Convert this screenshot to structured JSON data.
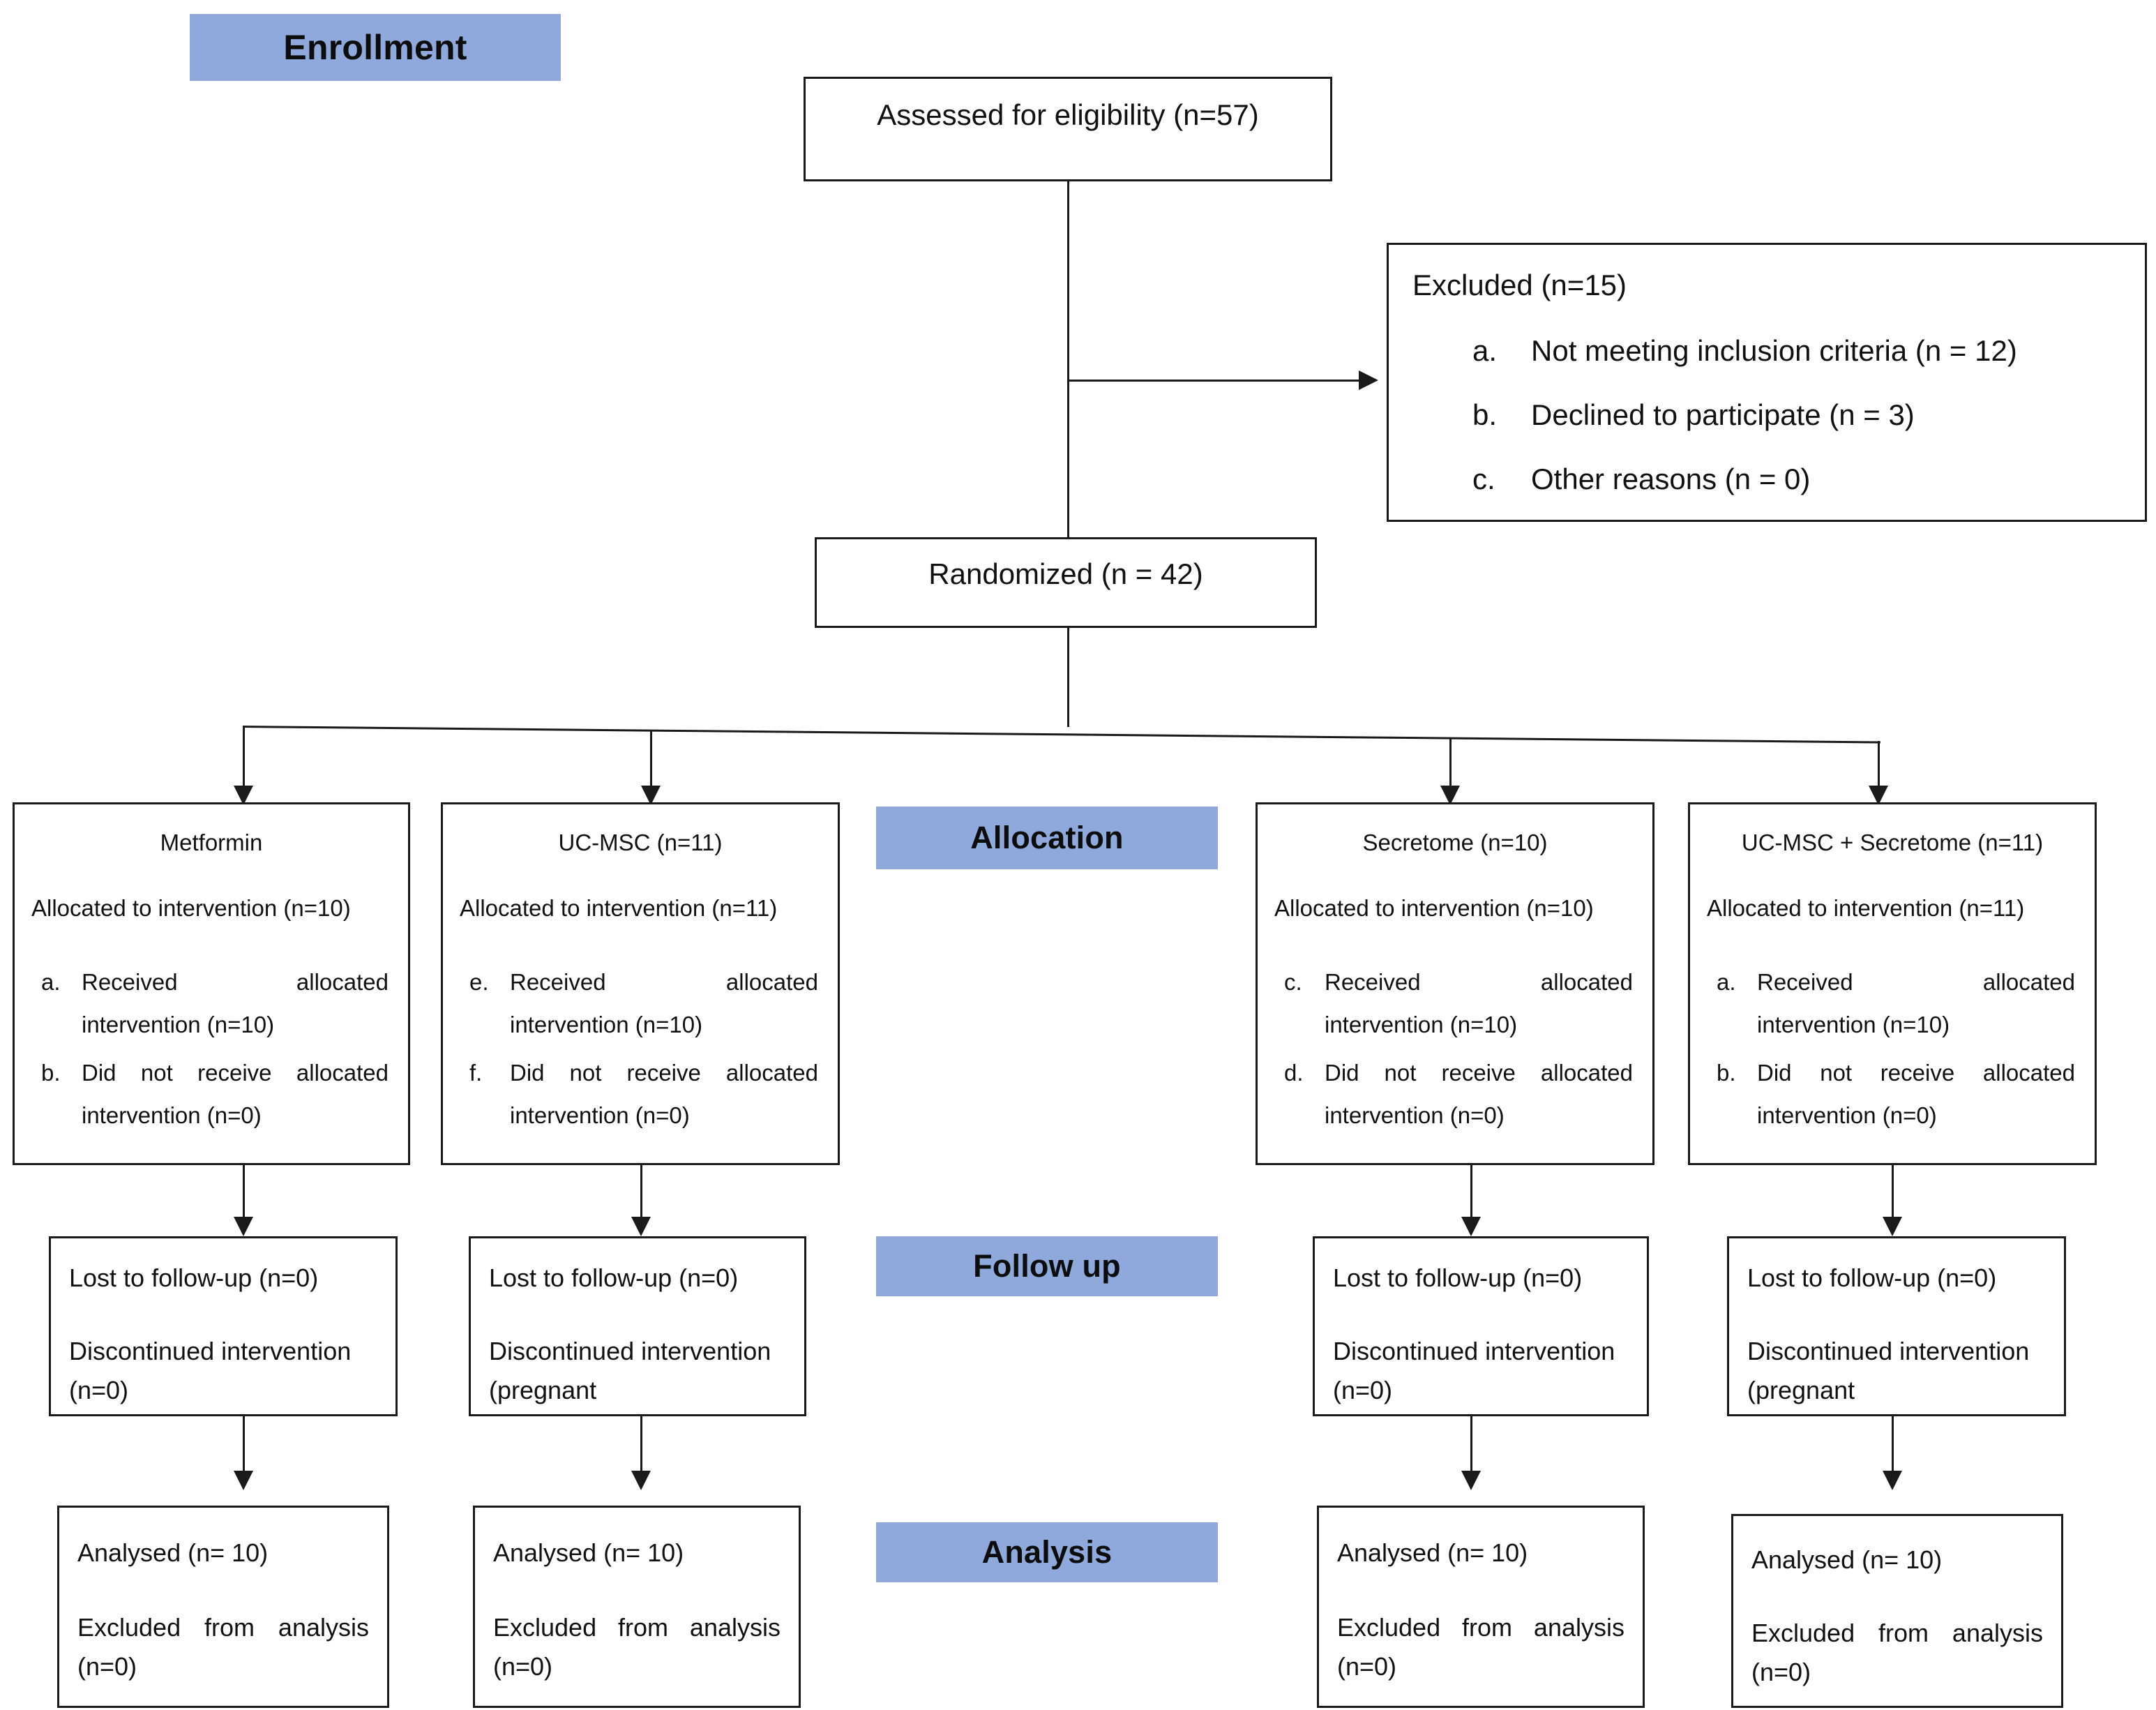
{
  "diagram": {
    "title": "CONSORT participant flow diagram",
    "accent_color": "#8FA9DC",
    "line_color": "#1a1a1a"
  },
  "stage_labels": {
    "enrollment": "Enrollment",
    "allocation": "Allocation",
    "followup": "Follow up",
    "analysis": "Analysis"
  },
  "enrollment": {
    "assessed": "Assessed for eligibility (n=57)",
    "randomized": "Randomized (n = 42)",
    "excluded": {
      "heading": "Excluded (n=15)",
      "reasons": [
        {
          "marker": "a.",
          "text": "Not meeting inclusion criteria (n = 12)"
        },
        {
          "marker": "b.",
          "text": "Declined to participate (n = 3)"
        },
        {
          "marker": "c.",
          "text": "Other reasons (n = 0)"
        }
      ]
    }
  },
  "arms": [
    {
      "title": "Metformin",
      "allocated": "Allocated to intervention (n=10)",
      "items": [
        {
          "marker": "a.",
          "text": "Received allocated intervention (n=10)"
        },
        {
          "marker": "b.",
          "text": "Did not receive allocated intervention (n=0)"
        }
      ],
      "followup": {
        "lost": "Lost to follow-up (n=0)",
        "discontinued": "Discontinued intervention (n=0)"
      },
      "analysis": {
        "analysed": "Analysed (n= 10)",
        "excluded": "Excluded from analysis (n=0)"
      }
    },
    {
      "title": "UC-MSC (n=11)",
      "allocated": "Allocated to intervention (n=11)",
      "items": [
        {
          "marker": "e.",
          "text": "Received allocated intervention (n=10)"
        },
        {
          "marker": "f.",
          "text": "Did not receive allocated intervention (n=0)"
        }
      ],
      "followup": {
        "lost": "Lost to follow-up (n=0)",
        "discontinued": "Discontinued intervention (pregnant"
      },
      "analysis": {
        "analysed": "Analysed (n= 10)",
        "excluded": "Excluded from analysis (n=0)"
      }
    },
    {
      "title": "Secretome (n=10)",
      "allocated": "Allocated to intervention (n=10)",
      "items": [
        {
          "marker": "c.",
          "text": "Received allocated intervention (n=10)"
        },
        {
          "marker": "d.",
          "text": "Did not receive allocated intervention (n=0)"
        }
      ],
      "followup": {
        "lost": "Lost to follow-up (n=0)",
        "discontinued": "Discontinued intervention (n=0)"
      },
      "analysis": {
        "analysed": "Analysed (n= 10)",
        "excluded": "Excluded from analysis (n=0)"
      }
    },
    {
      "title": "UC-MSC + Secretome (n=11)",
      "allocated": "Allocated to intervention (n=11)",
      "items": [
        {
          "marker": "a.",
          "text": "Received allocated intervention (n=10)"
        },
        {
          "marker": "b.",
          "text": "Did not receive allocated intervention (n=0)"
        }
      ],
      "followup": {
        "lost": "Lost to follow-up (n=0)",
        "discontinued": "Discontinued intervention (pregnant"
      },
      "analysis": {
        "analysed": "Analysed (n= 10)",
        "excluded": "Excluded from analysis (n=0)"
      }
    }
  ]
}
